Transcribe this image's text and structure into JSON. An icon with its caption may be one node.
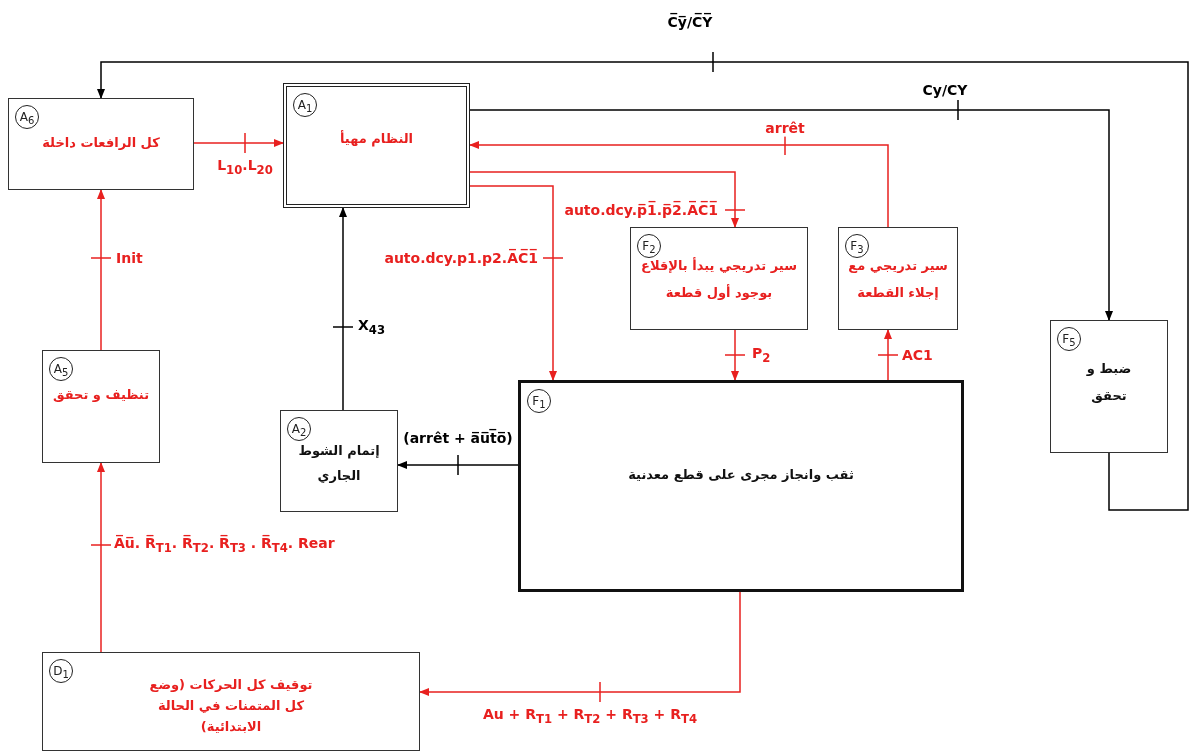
{
  "diagram": {
    "nodes": [
      {
        "text": [
          "A$_{6}$",
          "كل الرافعات داخلة"
        ]
      },
      {
        "text": [
          "A$_{1}$",
          "النظام مهيأ"
        ]
      },
      {
        "text": [
          "F$_{2}$",
          "سير تدريجي يبدأ بالإقلاع بوجود أول قطعة"
        ]
      },
      {
        "text": [
          "F$_{3}$",
          "سير تدريجي مع إجلاء القطعة"
        ]
      },
      {
        "text": [
          "F$_{5}$",
          "ضبط و تحقق"
        ]
      },
      {
        "text": [
          "A$_{5}$",
          "تنظيف و تحقق"
        ]
      },
      {
        "text": [
          "A$_{2}$",
          "إتمام الشوط الجاري"
        ]
      },
      {
        "text": [
          "F$_{1}$",
          "ثقب وانجاز مجرى على قطع معدنية"
        ]
      },
      {
        "text": [
          "D$_{1}$",
          "توقيف كل الحركات (وضع كل المتمنات في الحالة الابتدائية)"
        ]
      }
    ],
    "edges": [
      {
        "from": 4,
        "to": 0,
        "arrow": "to",
        "label": "C̅y̅/C̅Y̅",
        "color": "#000000"
      },
      {
        "from": 1,
        "to": 4,
        "arrow": "to",
        "label": "Cy/CY",
        "color": "#000000"
      },
      {
        "from": 0,
        "to": 1,
        "arrow": "to",
        "label": "L$_{10}$.L$_{20}$"
      },
      {
        "from": 3,
        "to": 1,
        "arrow": "to",
        "label": "arrêt"
      },
      {
        "from": 1,
        "to": 2,
        "arrow": "to",
        "label": "auto.dcy.p̅1̅.p̅2̅.A̅C̅1̅"
      },
      {
        "from": 1,
        "to": 7,
        "arrow": "to",
        "label": "auto.dcy.p1.p2.A̅C̅1̅"
      },
      {
        "from": 2,
        "to": 7,
        "arrow": "to",
        "label": "P$_{2}$"
      },
      {
        "from": 7,
        "to": 3,
        "arrow": "to",
        "label": "AC1"
      },
      {
        "from": 7,
        "to": 6,
        "arrow": "to",
        "label": "(arrêt + a̅u̅t̅o̅)",
        "color": "#000000"
      },
      {
        "from": 6,
        "to": 1,
        "arrow": "to",
        "label": "X$_{43}$",
        "color": "#000000"
      },
      {
        "from": 7,
        "to": 8,
        "arrow": "to",
        "label": "Au + R$_{T1}$ + R$_{T2}$ + R$_{T3}$ + R$_{T4}$"
      },
      {
        "from": 8,
        "to": 5,
        "arrow": "to",
        "label": "A̅u̅. R̅$_{T1}$. R̅$_{T2}$. R̅$_{T3}$ . R̅$_{T4}$. Rear"
      },
      {
        "from": 5,
        "to": 0,
        "arrow": "to",
        "label": "Init"
      }
    ]
  }
}
